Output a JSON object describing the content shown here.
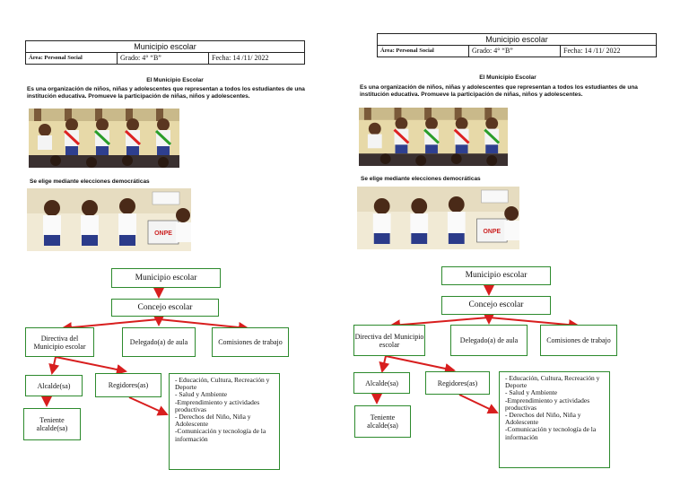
{
  "header": {
    "title": "Municipio escolar",
    "area": "Área: Personal Social",
    "grado": "Grado: 4° “B”",
    "fecha": "Fecha: 14 /11/ 2022"
  },
  "heading": "El Municipio Escolar",
  "intro": "Es una organización de niños, niñas y adolescentes que representan a todos los estudiantes de una institución educativa. Promueve la participación de niñas, niños y adolescentes.",
  "elections_caption": "Se elige mediante elecciones democráticas",
  "ballot_label": "ONPE",
  "diagram": {
    "root": "Municipio escolar",
    "council": "Concejo escolar",
    "directiva": "Directiva del Municipio escolar",
    "delegado": "Delegado(a) de aula",
    "comisiones": "Comisiones de trabajo",
    "alcalde": "Alcalde(sa)",
    "regidores": "Regidores(as)",
    "teniente": "Teniente alcalde(sa)",
    "areas": [
      "- Educación, Cultura, Recreación y Deporte",
      "- Salud y Ambiente",
      "-Emprendimiento y actividades productivas",
      "- Derechos del Niño, Niña y Adolescente",
      "-Comunicación y tecnología de la información"
    ]
  },
  "colors": {
    "box_border": "#2d8a2d",
    "arrow": "#d81e1e"
  }
}
